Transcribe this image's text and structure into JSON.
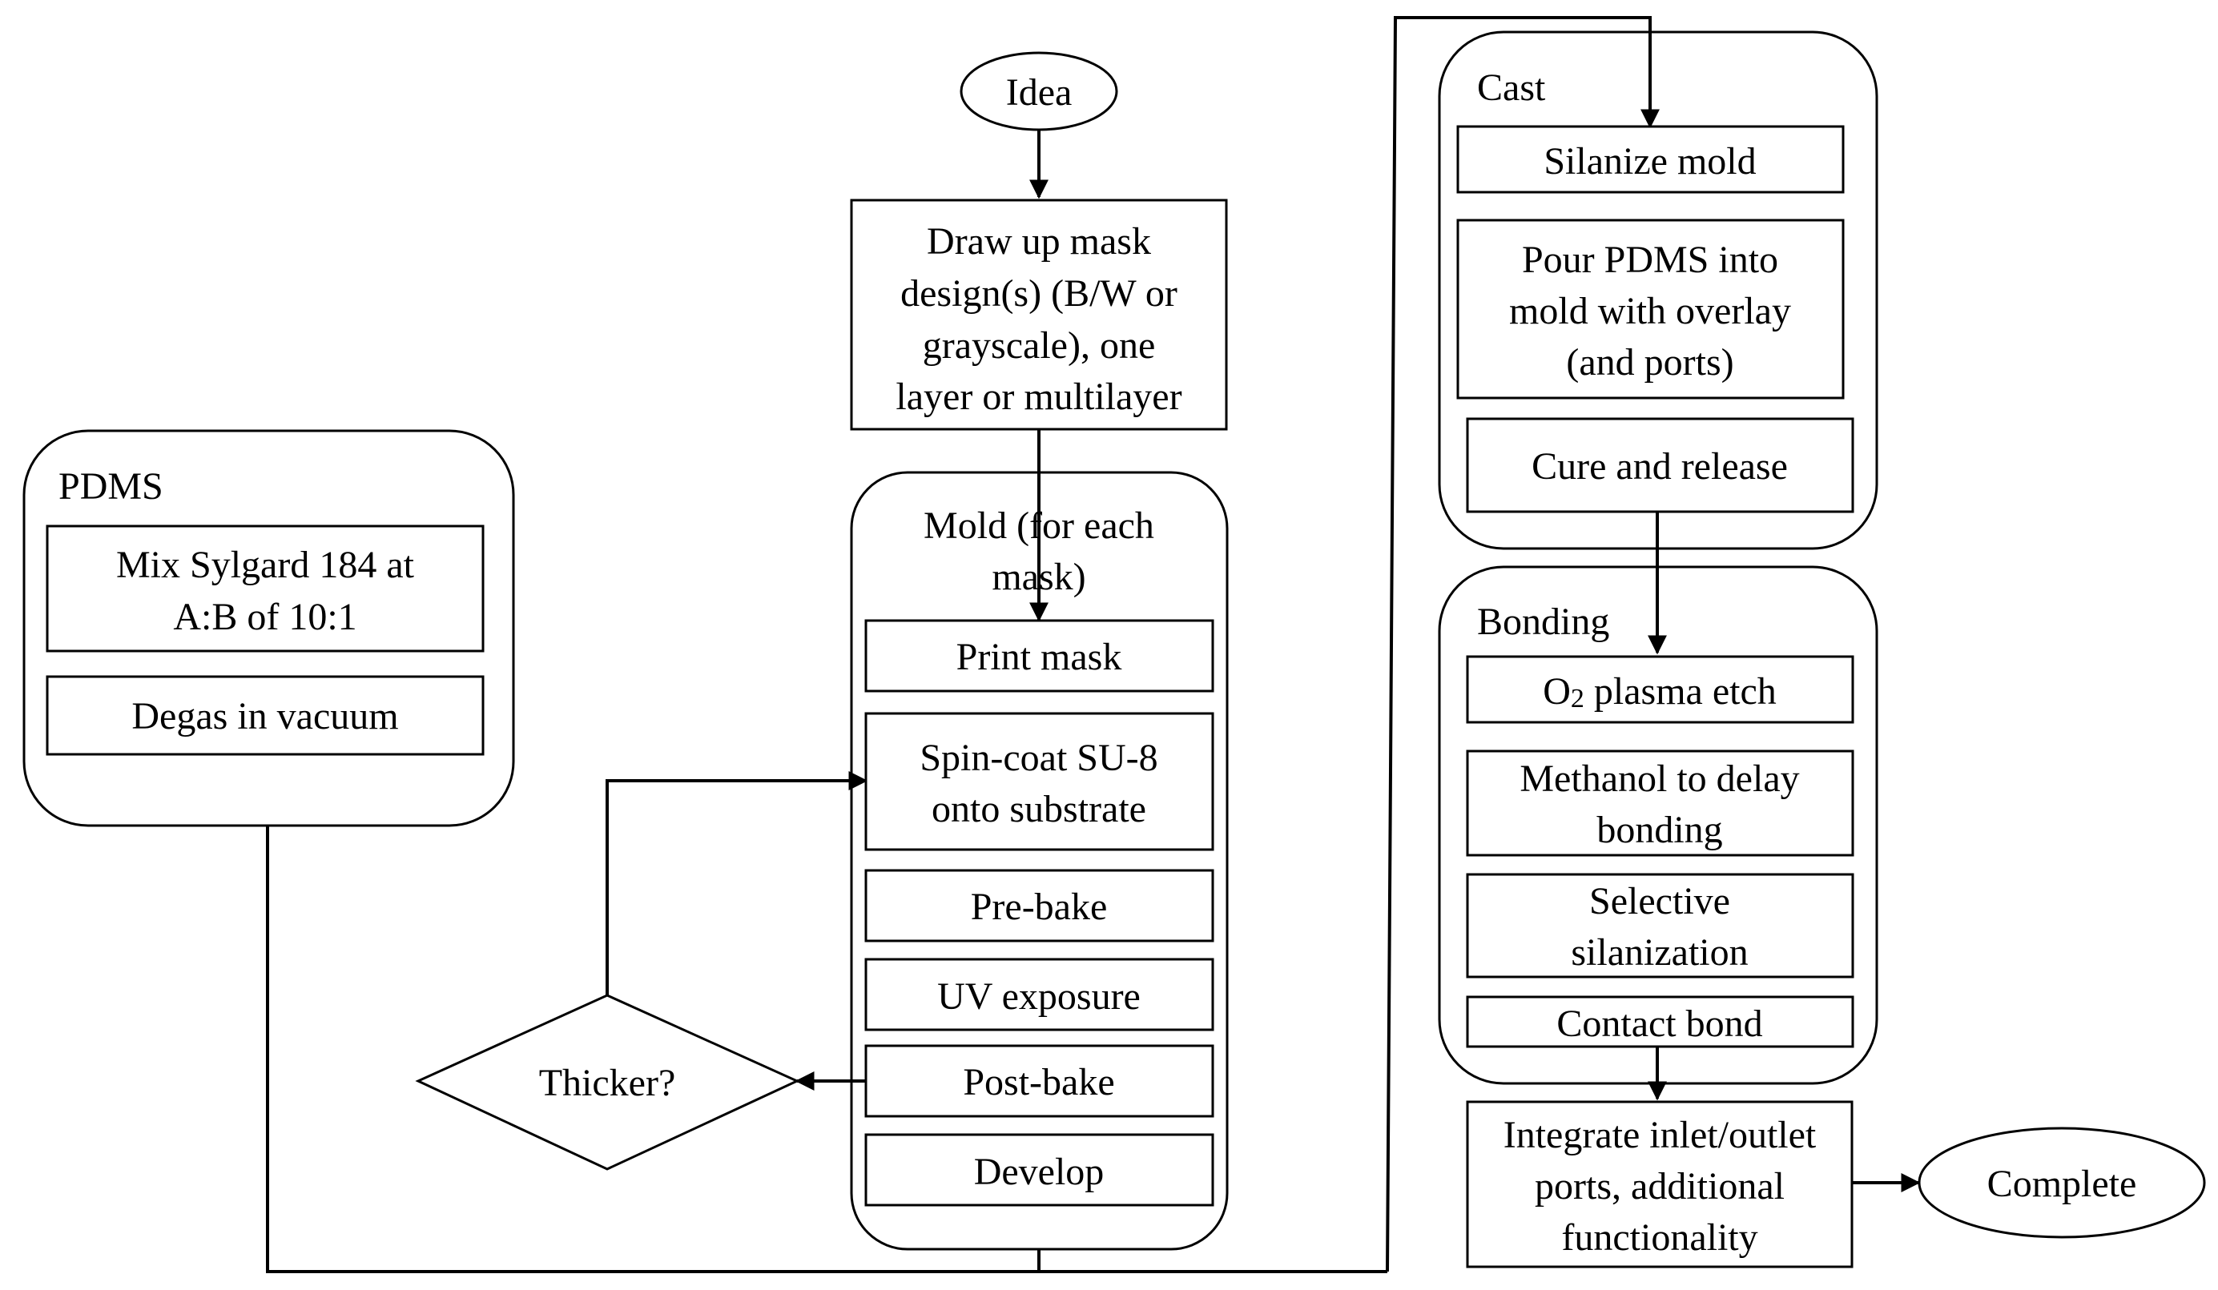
{
  "colors": {
    "line": "#000000",
    "fill": "#ffffff",
    "background": "#ffffff"
  },
  "start_node": {
    "label": "Idea"
  },
  "end_node": {
    "label": "Complete"
  },
  "mask_design": {
    "lines": [
      "Draw up mask",
      "design(s) (B/W or",
      "grayscale), one",
      "layer or multilayer"
    ]
  },
  "pdms": {
    "title": "PDMS",
    "steps": [
      {
        "lines": [
          "Mix Sylgard 184 at",
          "A:B of 10:1"
        ]
      },
      {
        "lines": [
          "Degas in vacuum"
        ]
      }
    ]
  },
  "mold": {
    "title_lines": [
      "Mold (for each",
      "mask)"
    ],
    "steps": [
      {
        "lines": [
          "Print mask"
        ]
      },
      {
        "lines": [
          "Spin-coat SU-8",
          "onto substrate"
        ]
      },
      {
        "lines": [
          "Pre-bake"
        ]
      },
      {
        "lines": [
          "UV exposure"
        ]
      },
      {
        "lines": [
          "Post-bake"
        ]
      },
      {
        "lines": [
          "Develop"
        ]
      }
    ]
  },
  "decision": {
    "label": "Thicker?"
  },
  "cast": {
    "title": "Cast",
    "steps": [
      {
        "lines": [
          "Silanize mold"
        ]
      },
      {
        "lines": [
          "Pour PDMS into",
          "mold with overlay",
          "(and ports)"
        ]
      },
      {
        "lines": [
          "Cure and release"
        ]
      }
    ]
  },
  "bonding": {
    "title": "Bonding",
    "steps": [
      {
        "prefix": "O",
        "subscript": "2",
        "suffix": " plasma etch"
      },
      {
        "lines": [
          "Methanol to delay",
          "bonding"
        ]
      },
      {
        "lines": [
          "Selective",
          "silanization"
        ]
      },
      {
        "lines": [
          "Contact bond"
        ]
      }
    ]
  },
  "integrate": {
    "lines": [
      "Integrate inlet/outlet",
      "ports, additional",
      "functionality"
    ]
  }
}
